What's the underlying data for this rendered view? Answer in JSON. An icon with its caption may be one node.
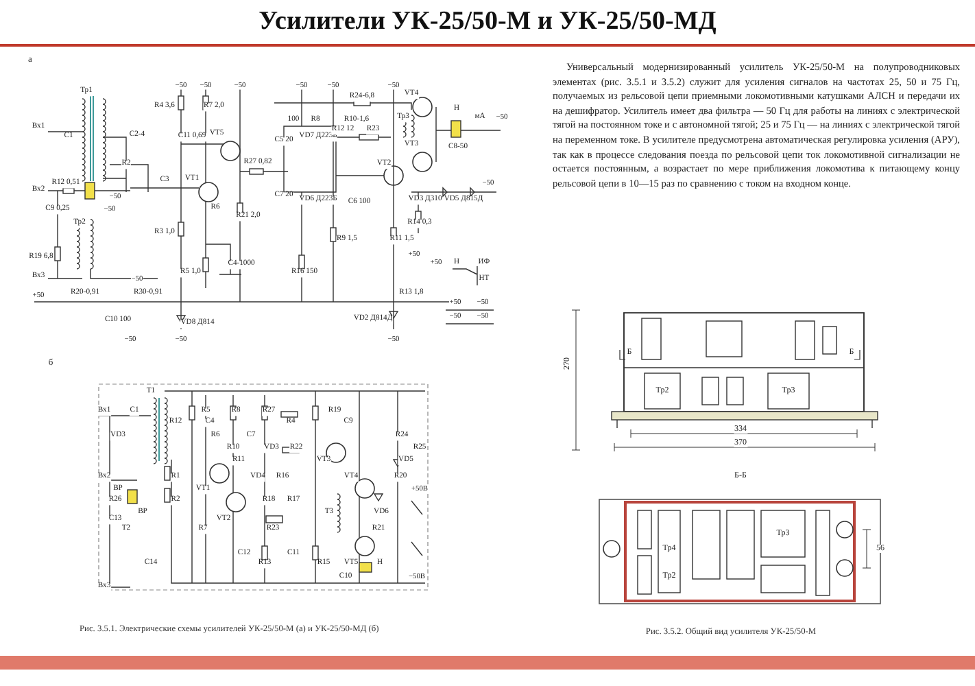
{
  "diagram": {
    "title": "Усилители УК-25/50-М и УК-25/50-МД",
    "labels": [
      "а",
      "Тр1",
      "−50",
      "−50",
      "−50",
      "−50",
      "−50",
      "−50",
      "VT4",
      "R4 3,6",
      "R7 2,0",
      "R24-6,8",
      "Н",
      "100",
      "R8",
      "R10-1,6",
      "Тр3",
      "мА",
      "−50",
      "Вх1",
      "С1",
      "С2-4",
      "С11 0,69",
      "VT5",
      "С5 20",
      "VD7 Д223Б",
      "R12 12",
      "R23",
      "VT3",
      "С8-50",
      "R2",
      "R27 0,82",
      "VT2",
      "Вх2",
      "R12 0,51",
      "−50",
      "С3",
      "VT1",
      "С7 20",
      "VD6 Д223Б",
      "С6 100",
      "VD3 Д310",
      "VD5 Д815Д",
      "−50",
      "С9 0,25",
      "−50",
      "Тр2",
      "R6",
      "R21 2,0",
      "R14 0,3",
      "R3 1,0",
      "R9 1,5",
      "R11 1,5",
      "R19 6,8",
      "С4-1000",
      "+50",
      "+50",
      "Н",
      "ИФ",
      "Вх3",
      "−50",
      "R5 1,0",
      "R16 150",
      "НТ",
      "+50",
      "R20-0,91",
      "R30-0,91",
      "R13 1,8",
      "+50",
      "−50",
      "−50",
      "−50",
      "С10 100",
      "VD8 Д814",
      "VD2 Д814Д",
      "−50",
      "−50",
      "−50",
      "Универсальный модернизированный усилитель УК-25/50-М на полупроводниковых элементах (рис. 3.5.1 и 3.5.2) служит для усиления сигналов на частотах 25, 50 и 75 Гц, получаемых из рельсовой цепи приемными локомотивными катушками АЛСН и передачи их на дешифратор. Усилитель имеет два фильтра — 50 Гц для работы на линиях с электрической тягой на постоянном токе и с автономной тягой; 25 и 75 Гц — на линиях с электрической тягой на переменном токе. В усилителе предусмотрена автоматическая регулировка усиления (АРУ), так как в процессе следования поезда по рельсовой цепи ток локомотивной сигнализации не остается постоянным, а возрастает по мере приближения локомотива к питающему концу рельсовой цепи в 10—15 раз по сравнению с током на входном конце.",
      "270",
      "Б",
      "Б",
      "Тр2",
      "Тр3",
      "334",
      "370",
      "б",
      "Т1",
      "Вх1",
      "С1",
      "R5",
      "R8",
      "R27",
      "R19",
      "R12",
      "С4",
      "R4",
      "С9",
      "VD3",
      "R6",
      "С7",
      "R24",
      "R10",
      "VD3",
      "R22",
      "R25",
      "R11",
      "VT3",
      "VD5",
      "Вх2",
      "R1",
      "VD4",
      "R16",
      "VT4",
      "R20",
      "ВР",
      "VT1",
      "+50В",
      "R26",
      "R2",
      "R18",
      "R17",
      "ВР",
      "Т3",
      "VD6",
      "С13",
      "VT2",
      "Т2",
      "R7",
      "R23",
      "R21",
      "С12",
      "С11",
      "С14",
      "R13",
      "R15",
      "VT5",
      "Н",
      "С10",
      "−50В",
      "Вх3",
      "Рис. 3.5.1. Электрические схемы усилителей УК-25/50-М (а) и УК-25/50-МД (б)",
      "Б-Б",
      "Тр4",
      "Тр3",
      "Тр2",
      "56",
      "Рис. 3.5.2. Общий вид усилителя УК-25/50-М"
    ]
  }
}
